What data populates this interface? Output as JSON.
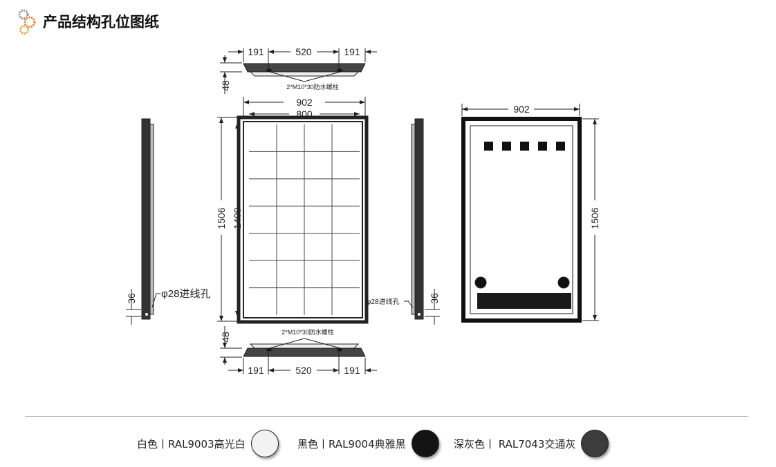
{
  "header": {
    "title": "产品结构孔位图纸",
    "icon": "gears-icon"
  },
  "drawing": {
    "top_view": {
      "dims": [
        "191",
        "520",
        "191"
      ],
      "height": "48",
      "label": "2*M10*30防水螺柱"
    },
    "bottom_view": {
      "dims": [
        "191",
        "520",
        "191"
      ],
      "height": "48",
      "label": "2*M10*30防水螺柱"
    },
    "front_view": {
      "outer_width": "902",
      "inner_width": "800",
      "outer_height": "1506",
      "inner_height": "1400"
    },
    "left_side": {
      "depth": "36",
      "hole_label": "φ28进线孔"
    },
    "right_side": {
      "depth": "36",
      "hole_label": "φ28进线孔"
    },
    "back_view": {
      "width": "902",
      "height": "1506"
    }
  },
  "colors": [
    {
      "label": "白色丨RAL9003高光白",
      "hex": "#f2f2f2"
    },
    {
      "label": "黑色丨RAL9004典雅黑",
      "hex": "#141414"
    },
    {
      "label": "深灰色丨 RAL7043交通灰",
      "hex": "#3c3c3c"
    }
  ]
}
